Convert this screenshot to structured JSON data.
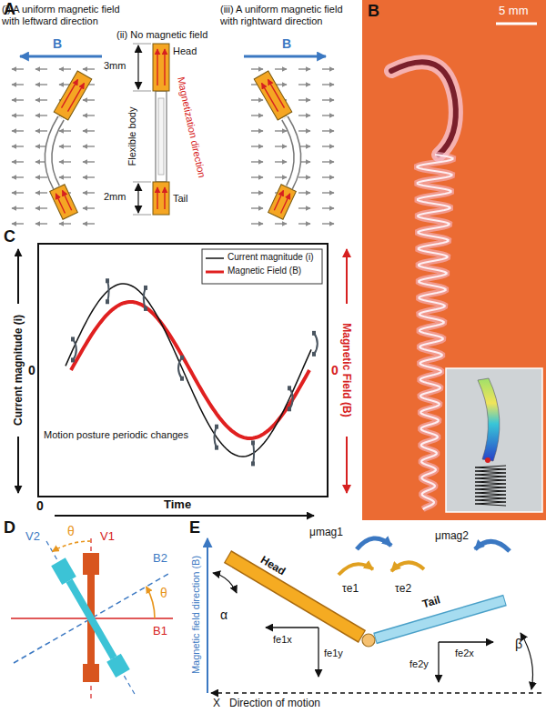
{
  "diagram": {
    "labels": [
      "A",
      "(i) A uniform magnetic field with leftward direction",
      "B",
      "(ii) No magnetic field",
      "(iii) A uniform magnetic field with rightward direction",
      "B",
      "3mm",
      "Head",
      "Magnetization direction",
      "Flexible body",
      "Tail",
      "2mm",
      "B",
      "5 mm",
      "C",
      "Current magnitude (i)",
      "0",
      "Magnetic Field (B)",
      "0",
      "Motion posture periodic changes",
      "0",
      "Time",
      "D",
      "V2",
      "V1",
      "θ",
      "B2",
      "θ",
      "B1",
      "E",
      "Magnetic field direction (B)",
      "α",
      "μmag1",
      "Head",
      "τe1",
      "τe2",
      "μmag2",
      "fe1x",
      "fe1y",
      "Tail",
      "fe2x",
      "fe2y",
      "β",
      "X",
      "Direction of motion"
    ],
    "legend": [
      {
        "text": "Current magnitude (i)"
      },
      {
        "text": "Magnetic Field (B)"
      }
    ]
  }
}
